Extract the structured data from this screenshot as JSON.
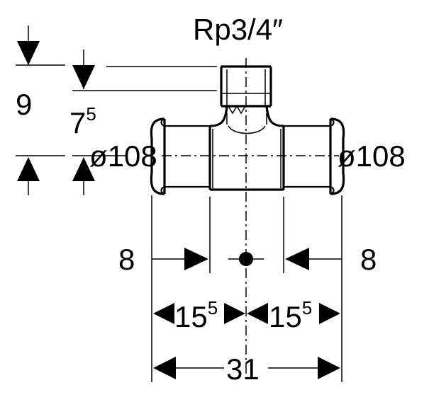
{
  "thread_label": "Rp3/4″",
  "left_diameter": "ø108",
  "right_diameter": "ø108",
  "height_total": "9",
  "height_branch": {
    "base": "7",
    "sup": "5"
  },
  "insert_left": "8",
  "insert_right": "8",
  "half_left": {
    "base": "15",
    "sup": "5"
  },
  "half_right": {
    "base": "15",
    "sup": "5"
  },
  "overall_length": "31"
}
